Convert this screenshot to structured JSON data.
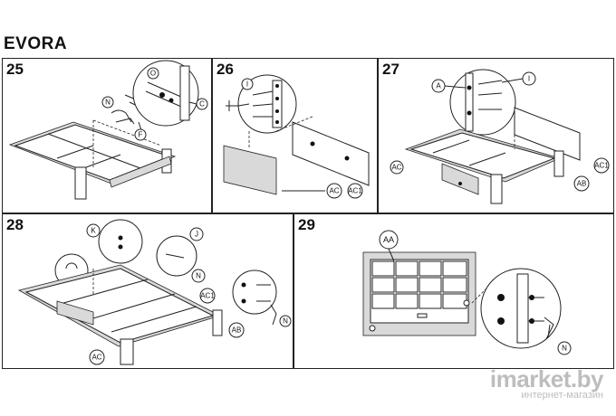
{
  "title": "EVORA",
  "steps": [
    {
      "number": "25",
      "labels": [
        "O",
        "C",
        "N",
        "F"
      ]
    },
    {
      "number": "26",
      "labels": [
        "I",
        "AC",
        "AC1"
      ]
    },
    {
      "number": "27",
      "labels": [
        "A",
        "I",
        "AC1",
        "AC",
        "AB"
      ]
    },
    {
      "number": "28",
      "labels": [
        "K",
        "J",
        "N",
        "AC1",
        "AB",
        "AC",
        "N"
      ]
    },
    {
      "number": "29",
      "labels": [
        "AA",
        "N"
      ]
    }
  ],
  "watermark": {
    "brand": "imarket.by",
    "subtitle": "интернет-магазин"
  }
}
